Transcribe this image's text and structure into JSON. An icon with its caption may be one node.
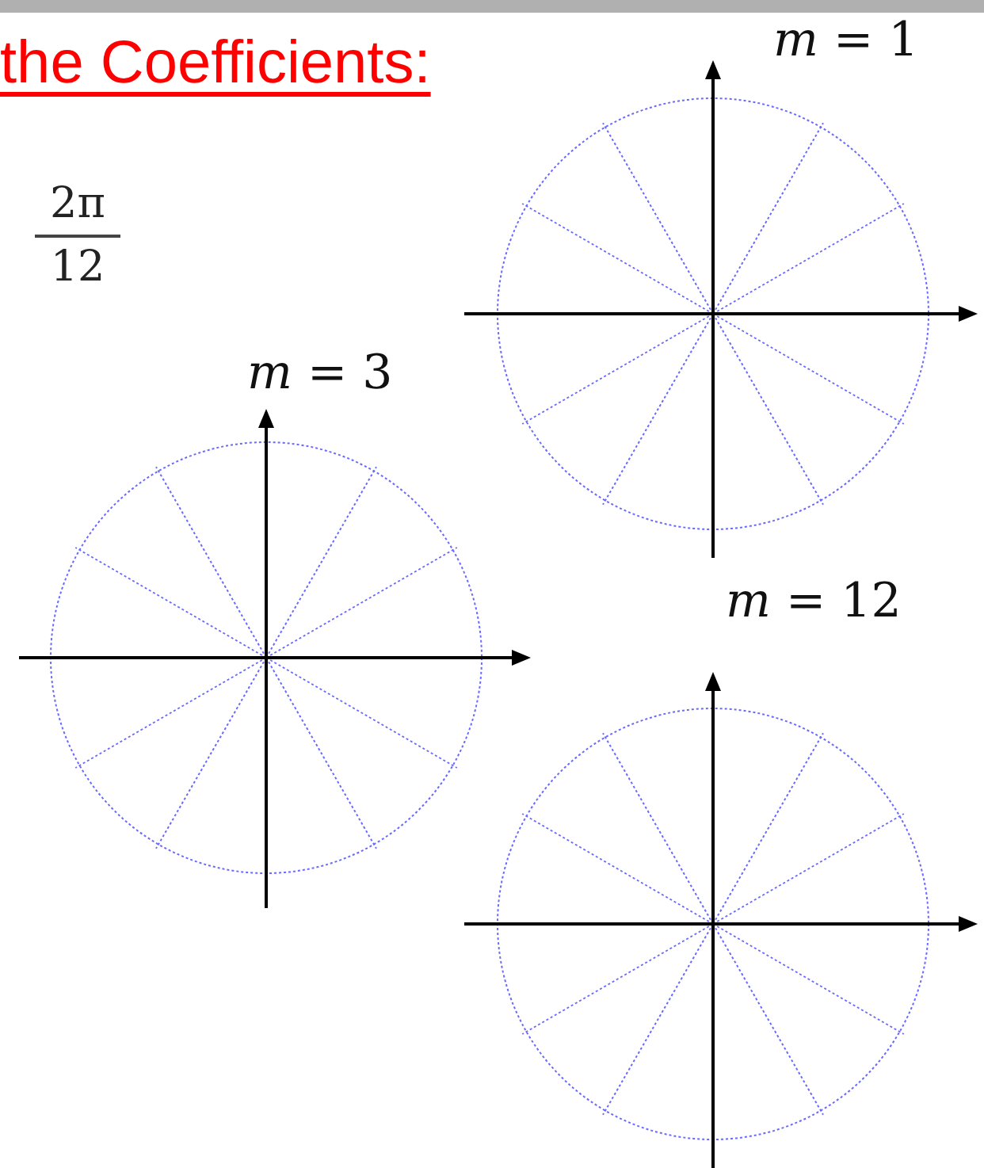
{
  "diagram": {
    "title": "the Coefficients:",
    "labels": [
      "2π",
      "12",
      "*m* = 1",
      "*m* = 3",
      "*m* = 12"
    ]
  }
}
